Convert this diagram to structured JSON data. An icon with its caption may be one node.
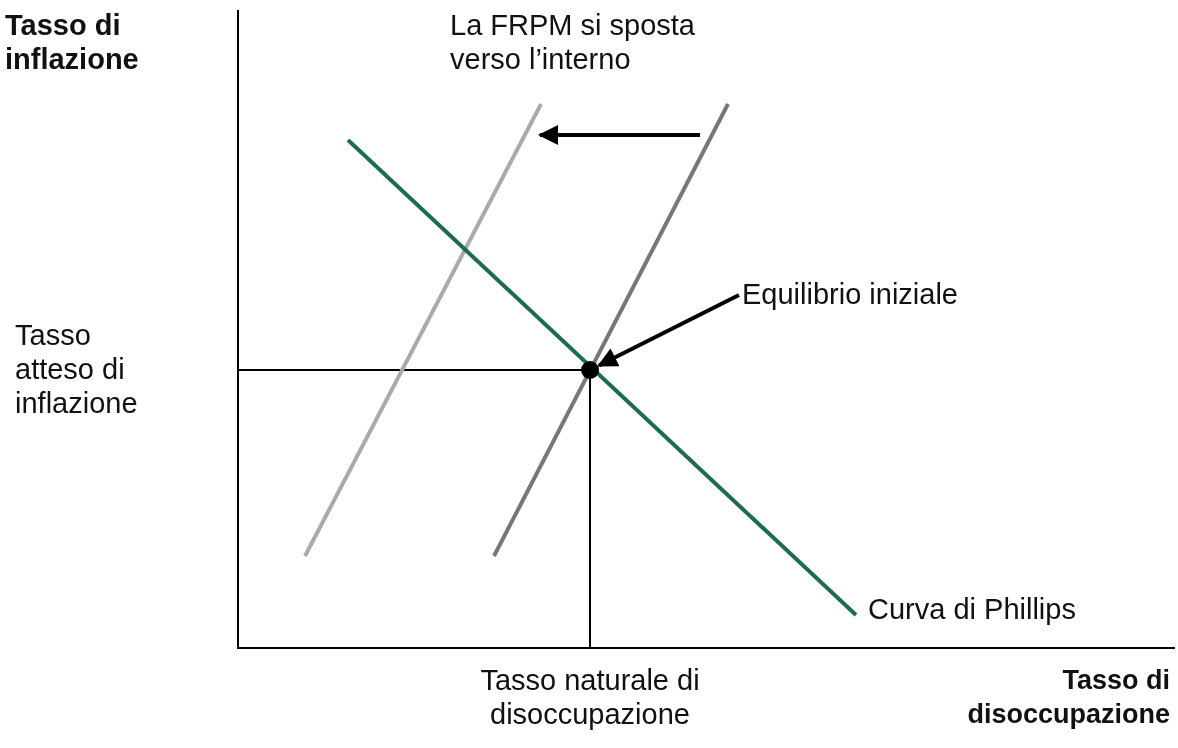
{
  "diagram": {
    "nodes": [
      {
        "text": [
          "Equilibrio iniziale"
        ]
      },
      {
        "text": [],
        "shape": "circle"
      }
    ],
    "edges": [
      {
        "from": 0,
        "to": 1,
        "arrow": "to"
      }
    ],
    "labels": [
      "Tasso di inflazione",
      "La FRPM si sposta verso l’interno",
      "Tasso atteso di inflazione",
      "Curva di Phillips",
      "Tasso naturale di disoccupazione",
      "Tasso di disoccupazione"
    ]
  }
}
